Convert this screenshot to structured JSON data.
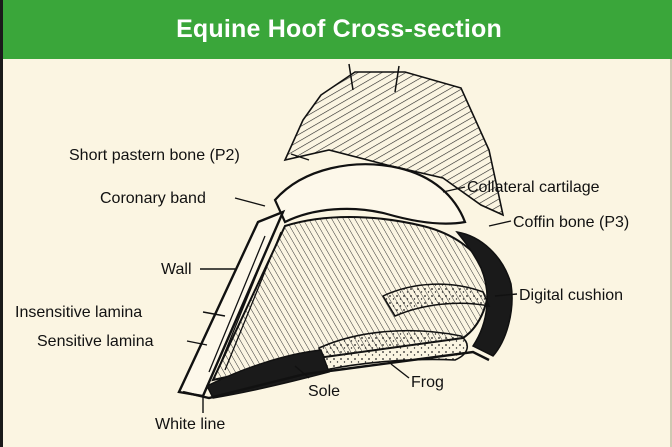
{
  "title": "Equine Hoof Cross-section",
  "colors": {
    "title_bar": "#3aa63a",
    "title_text": "#ffffff",
    "background": "#fbf5e2",
    "ink": "#111111"
  },
  "labels": {
    "short_pastern": "Short pastern bone (P2)",
    "coronary_band": "Coronary band",
    "wall": "Wall",
    "insensitive_lamina": "Insensitive lamina",
    "sensitive_lamina": "Sensitive lamina",
    "white_line": "White line",
    "collateral_cartilage": "Collateral cartilage",
    "coffin_bone": "Coffin bone (P3)",
    "digital_cushion": "Digital cushion",
    "sole": "Sole",
    "frog": "Frog"
  }
}
